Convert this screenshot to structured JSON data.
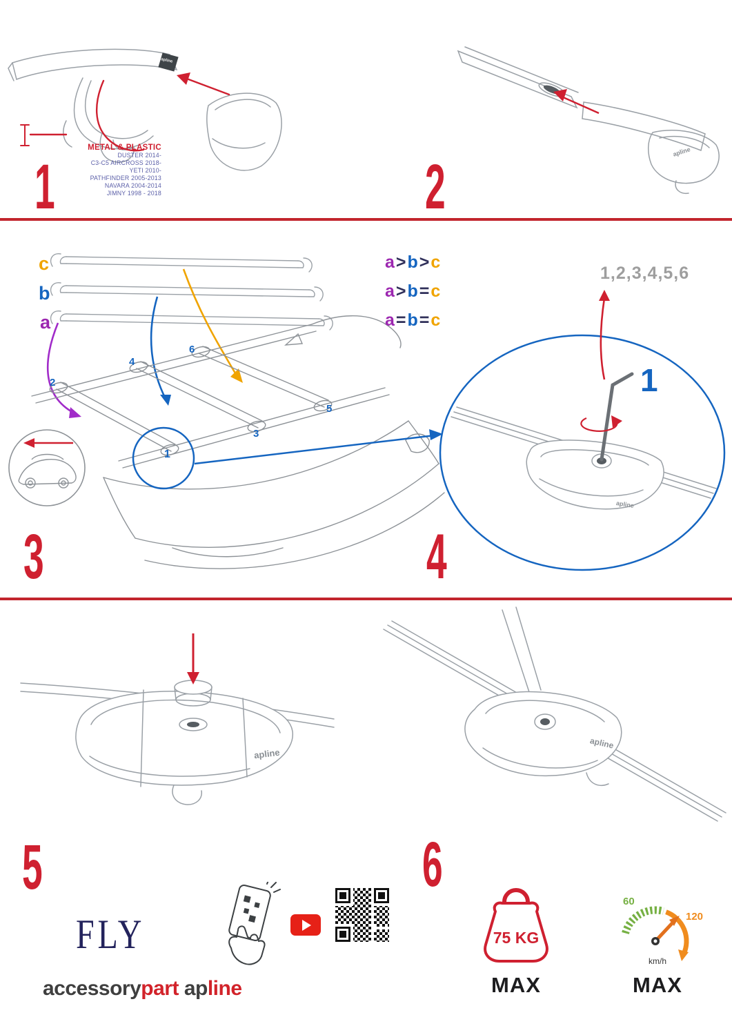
{
  "brand_logo": "apline",
  "steps": {
    "s1": {
      "number": "1",
      "material": "METAL & PLASTIC",
      "models": [
        "DUSTER 2014-",
        "C3-C5 AIRCROSS 2018-",
        "YETI 2010-",
        "PATHFINDER 2005-2013",
        "NAVARA 2004-2014",
        "JIMNY 1998 - 2018"
      ]
    },
    "s2": {
      "number": "2"
    },
    "s3": {
      "number": "3",
      "bar_c": "c",
      "bar_b": "b",
      "bar_a": "a",
      "legend": [
        {
          "a": "a",
          "o1": ">",
          "b": "b",
          "o2": ">",
          "c": "c"
        },
        {
          "a": "a",
          "o1": ">",
          "b": "b",
          "o2": "=",
          "c": "c"
        },
        {
          "a": "a",
          "o1": "=",
          "b": "b",
          "o2": "=",
          "c": "c"
        }
      ],
      "pos1": "1",
      "pos2": "2",
      "pos3": "3",
      "pos4": "4",
      "pos5": "5",
      "pos6": "6"
    },
    "s4": {
      "number": "4",
      "sequence": "1,2,3,4,5,6",
      "first": "1"
    },
    "s5": {
      "number": "5"
    },
    "s6": {
      "number": "6"
    }
  },
  "footer": {
    "model": "FLY",
    "brand_accessory": "accessory",
    "brand_part": "part",
    "brand_ap": "ap",
    "brand_line": "line",
    "weight_value": "75 KG",
    "weight_max": "MAX",
    "speed_low": "60",
    "speed_high": "120",
    "speed_unit": "km/h",
    "speed_max": "MAX"
  }
}
